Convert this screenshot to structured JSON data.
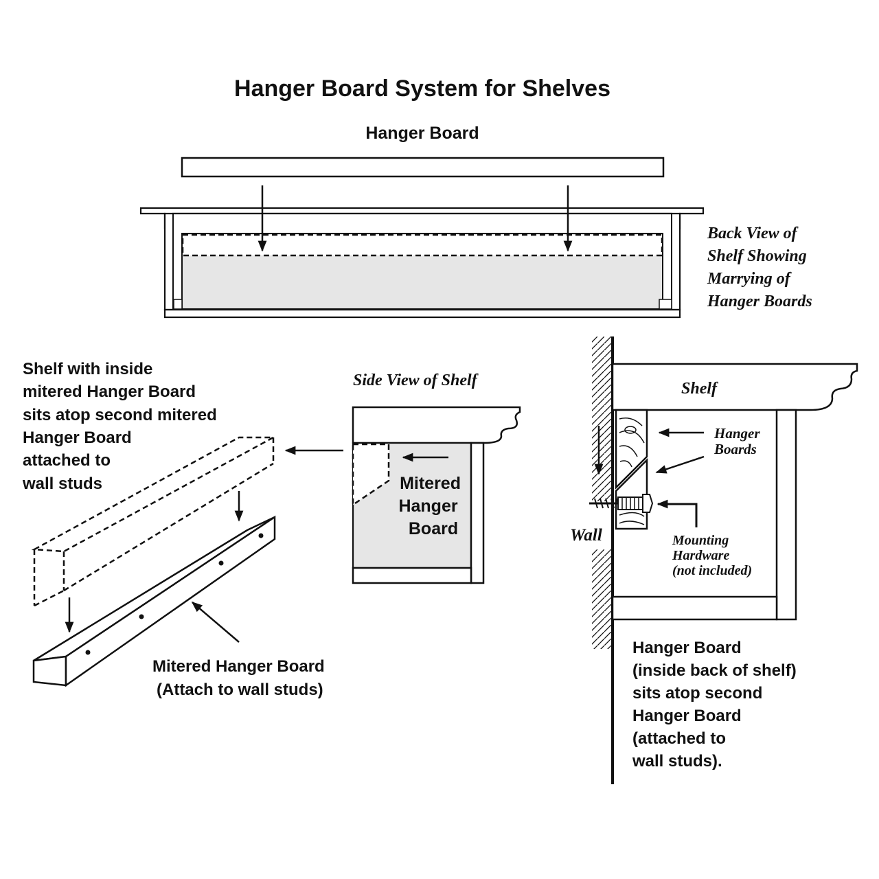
{
  "title": "Hanger Board System for Shelves",
  "back_view": {
    "top_label": "Hanger Board",
    "caption_lines": [
      "Back View of",
      "Shelf Showing",
      "Marrying of",
      "Hanger Boards"
    ]
  },
  "mitered_view": {
    "description_lines": [
      "Shelf with inside",
      "mitered Hanger Board",
      "sits atop second mitered",
      "Hanger Board",
      "attached to",
      "wall studs"
    ],
    "board_label_lines": [
      "Mitered Hanger Board",
      "(Attach to wall studs)"
    ]
  },
  "side_view": {
    "title": "Side View of Shelf",
    "callout_lines": [
      "Mitered",
      "Hanger",
      "Board"
    ]
  },
  "wall_view": {
    "shelf_label": "Shelf",
    "hanger_boards_lines": [
      "Hanger",
      "Boards"
    ],
    "wall_label": "Wall",
    "hardware_lines": [
      "Mounting",
      "Hardware",
      "(not included)"
    ],
    "description_lines": [
      "Hanger Board",
      "(inside back of shelf)",
      "sits atop second",
      "Hanger Board",
      "(attached to",
      "wall studs)."
    ]
  },
  "colors": {
    "ink": "#111111",
    "fill_gray": "#e6e6e6",
    "paper": "#ffffff"
  }
}
